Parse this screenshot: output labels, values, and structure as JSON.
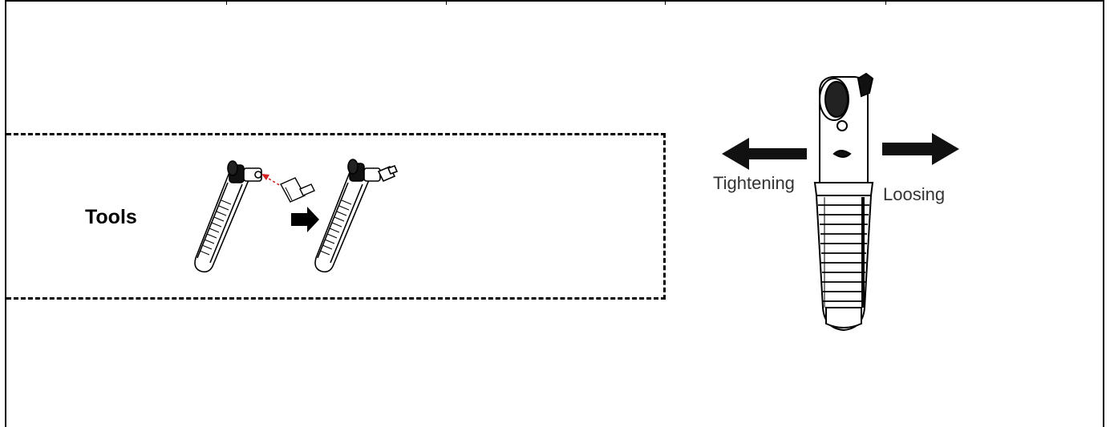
{
  "tools": {
    "label": "Tools"
  },
  "direction": {
    "tighten_label": "Tightening",
    "loosen_label": "Loosing"
  },
  "icons": [
    "ratchet-screwdriver-icon",
    "bit-icon",
    "arrow-right-icon",
    "arrow-left-icon"
  ],
  "colors": {
    "line": "#000000",
    "insert_arrow": "#d32020"
  }
}
